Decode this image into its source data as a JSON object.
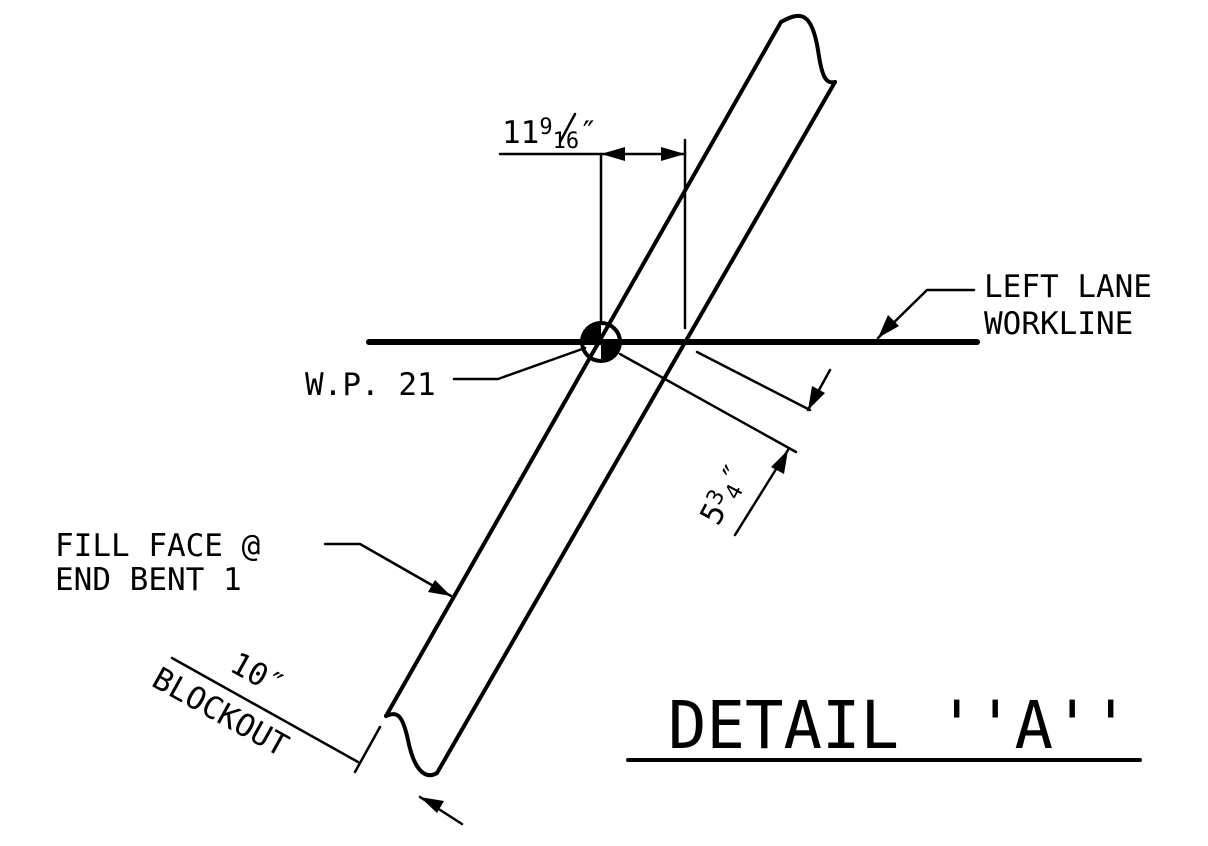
{
  "detail": {
    "title": "DETAIL ''A''"
  },
  "labels": {
    "dim_top": "11",
    "dim_top_num": "9",
    "dim_top_den": "16",
    "dim_top_unit": "″",
    "left_lane_line1": "LEFT LANE",
    "left_lane_line2": "WORKLINE",
    "wp": "W.P. 21",
    "fill_face_line1": "FILL FACE @",
    "fill_face_line2": "END BENT 1",
    "dim_right": "5",
    "dim_right_num": "3",
    "dim_right_den": "4",
    "dim_right_unit": "″",
    "blockout_dim": "10″",
    "blockout_label": "BLOCKOUT"
  }
}
